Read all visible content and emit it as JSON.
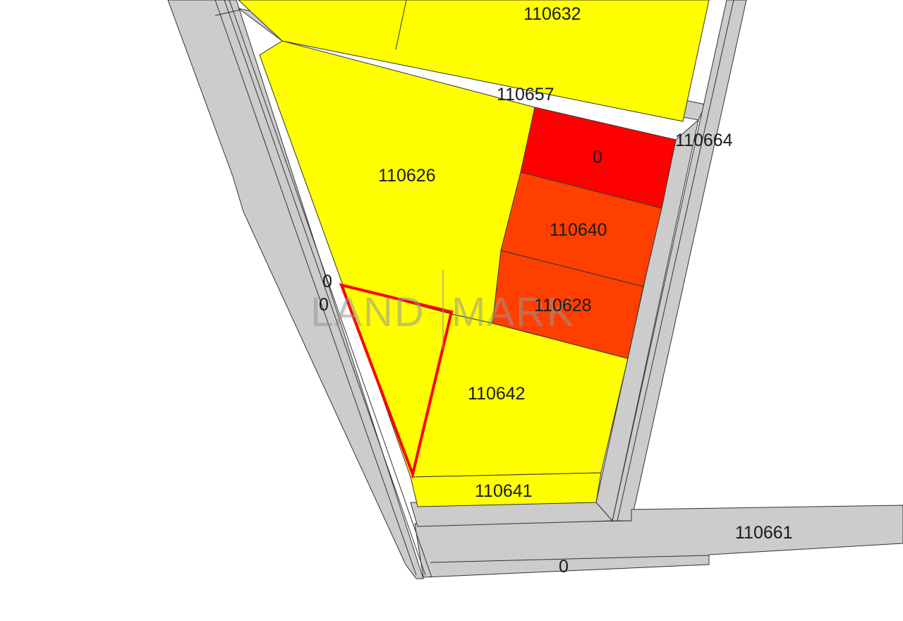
{
  "colors": {
    "road": "#cccccc",
    "outline": "#333333",
    "parcel_yellow": "#ffff00",
    "parcel_red": "#ff0000",
    "parcel_orange": "#ff3f00",
    "highlight": "#ff0000"
  },
  "watermark": {
    "left": "LAND",
    "right": "MARK"
  },
  "labels": {
    "p110632": "110632",
    "p110657": "110657",
    "p110664": "110664",
    "p110626": "110626",
    "p0_red": "0",
    "p110640": "110640",
    "p110628": "110628",
    "p0_left_a": "0",
    "p0_left_b": "0",
    "p110642": "110642",
    "p110641": "110641",
    "p110661": "110661",
    "p0_bottom": "0"
  }
}
